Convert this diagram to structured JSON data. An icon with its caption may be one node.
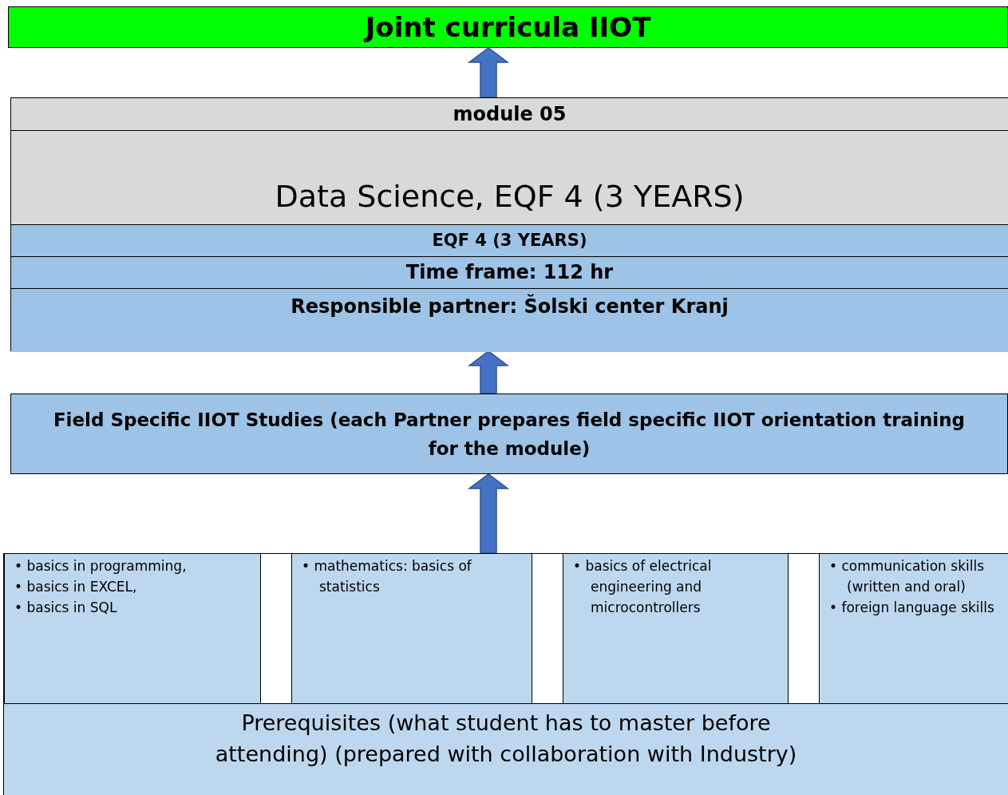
{
  "diagram": {
    "nodes": [
      {
        "text": [
          "Joint curricula IIOT"
        ]
      },
      {
        "text": [
          "module 05",
          "Data Science, EQF 4 (3 YEARS)",
          "EQF 4 (3 YEARS)",
          "Time frame: 112 hr",
          "Responsible partner: Šolski center Kranj"
        ]
      },
      {
        "text": [
          "Field Specific IIOT Studies (each Partner prepares field specific IIOT orientation training for the module)"
        ]
      },
      {
        "text": [
          "Prerequisites (what student has to master before attending) (prepared with collaboration with Industry)"
        ]
      },
      {
        "text": [
          "• basics in programming,",
          "• basics in EXCEL,",
          "• basics in SQL"
        ],
        "in": 3
      },
      {
        "text": [
          "• mathematics: basics of statistics"
        ],
        "in": 3
      },
      {
        "text": [
          "• basics of electrical engineering and microcontrollers"
        ],
        "in": 3
      },
      {
        "text": [
          "• communication skills (written and oral)",
          "• foreign language skills"
        ],
        "in": 3
      }
    ],
    "edges": [
      {
        "from": 1,
        "to": 0,
        "arrow": "to"
      },
      {
        "from": 2,
        "to": 1,
        "arrow": "to"
      },
      {
        "from": 3,
        "to": 2,
        "arrow": "to"
      }
    ]
  }
}
